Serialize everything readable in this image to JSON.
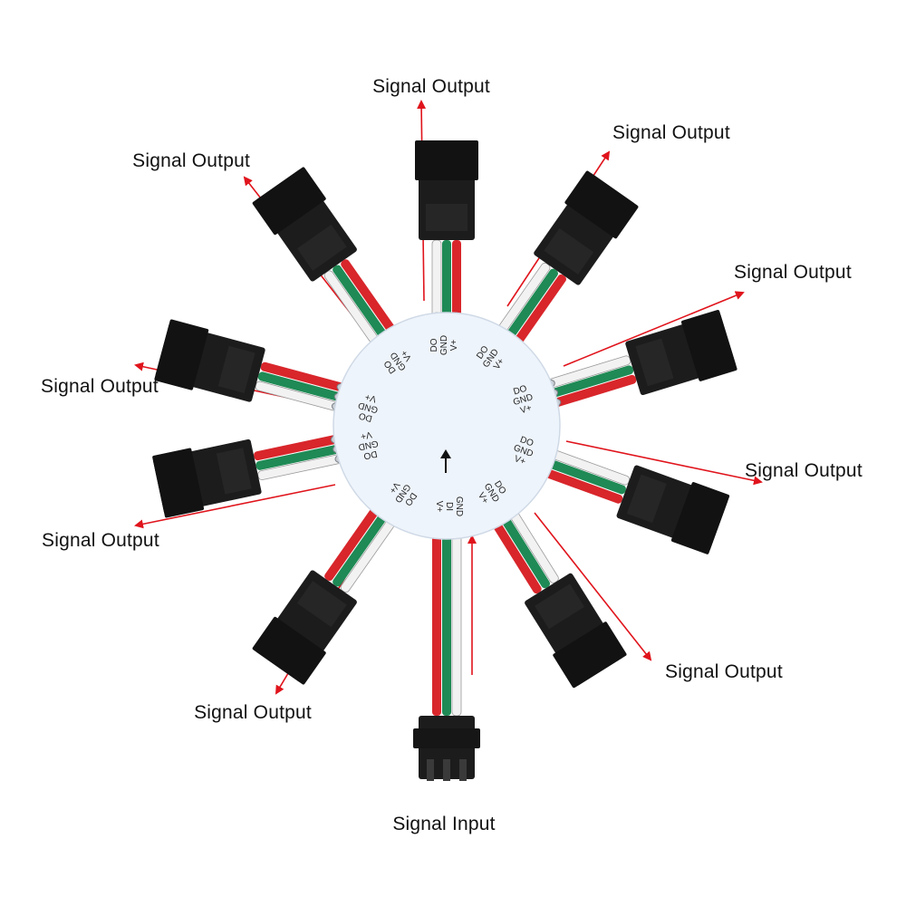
{
  "colors": {
    "arrow": "#e0141c",
    "wire_red": "#d8262b",
    "wire_green": "#1f8a55",
    "wire_white": "#f2f2f2",
    "board": "#eef4fb",
    "connector": "#1c1c1c",
    "solder": "#c8ccd2"
  },
  "board": {
    "pin_labels": [
      "DO",
      "GND",
      "V+"
    ],
    "input_pin_labels": [
      "GND",
      "DI",
      "V+"
    ],
    "input_mark": "arrow-up-icon"
  },
  "branches": [
    {
      "id": "top",
      "label": "Signal Output",
      "angle": 0
    },
    {
      "id": "top-right",
      "label": "Signal Output",
      "angle": 35
    },
    {
      "id": "right-upper",
      "label": "Signal Output",
      "angle": 73
    },
    {
      "id": "right-lower",
      "label": "Signal Output",
      "angle": 110
    },
    {
      "id": "bottom-right",
      "label": "Signal Output",
      "angle": 148
    },
    {
      "id": "bottom-left",
      "label": "Signal Output",
      "angle": 215
    },
    {
      "id": "left-lower",
      "label": "Signal Output",
      "angle": 258
    },
    {
      "id": "left-upper",
      "label": "Signal Output",
      "angle": 285
    },
    {
      "id": "top-left",
      "label": "Signal Output",
      "angle": 325
    }
  ],
  "input": {
    "label": "Signal Input"
  }
}
